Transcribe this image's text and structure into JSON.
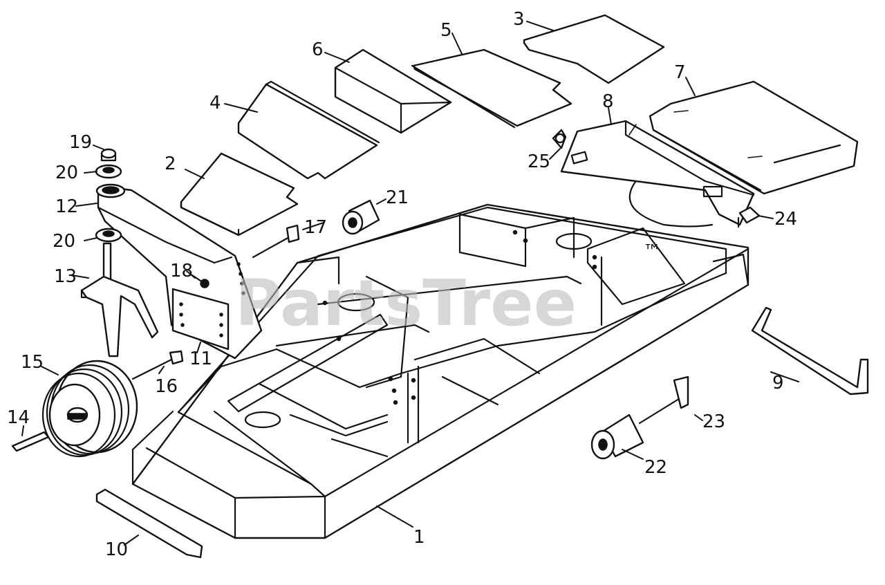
{
  "watermark": {
    "text": "PartsTree",
    "trademark": "™"
  },
  "callouts": [
    {
      "id": "1",
      "label": "1"
    },
    {
      "id": "2",
      "label": "2"
    },
    {
      "id": "3",
      "label": "3"
    },
    {
      "id": "4",
      "label": "4"
    },
    {
      "id": "5",
      "label": "5"
    },
    {
      "id": "6",
      "label": "6"
    },
    {
      "id": "7",
      "label": "7"
    },
    {
      "id": "8",
      "label": "8"
    },
    {
      "id": "9",
      "label": "9"
    },
    {
      "id": "10",
      "label": "10"
    },
    {
      "id": "11",
      "label": "11"
    },
    {
      "id": "12",
      "label": "12"
    },
    {
      "id": "13",
      "label": "13"
    },
    {
      "id": "14",
      "label": "14"
    },
    {
      "id": "15",
      "label": "15"
    },
    {
      "id": "16",
      "label": "16"
    },
    {
      "id": "17",
      "label": "17"
    },
    {
      "id": "18",
      "label": "18"
    },
    {
      "id": "19",
      "label": "19"
    },
    {
      "id": "20a",
      "label": "20"
    },
    {
      "id": "20b",
      "label": "20"
    },
    {
      "id": "21",
      "label": "21"
    },
    {
      "id": "22",
      "label": "22"
    },
    {
      "id": "23",
      "label": "23"
    },
    {
      "id": "24",
      "label": "24"
    },
    {
      "id": "25",
      "label": "25"
    }
  ]
}
